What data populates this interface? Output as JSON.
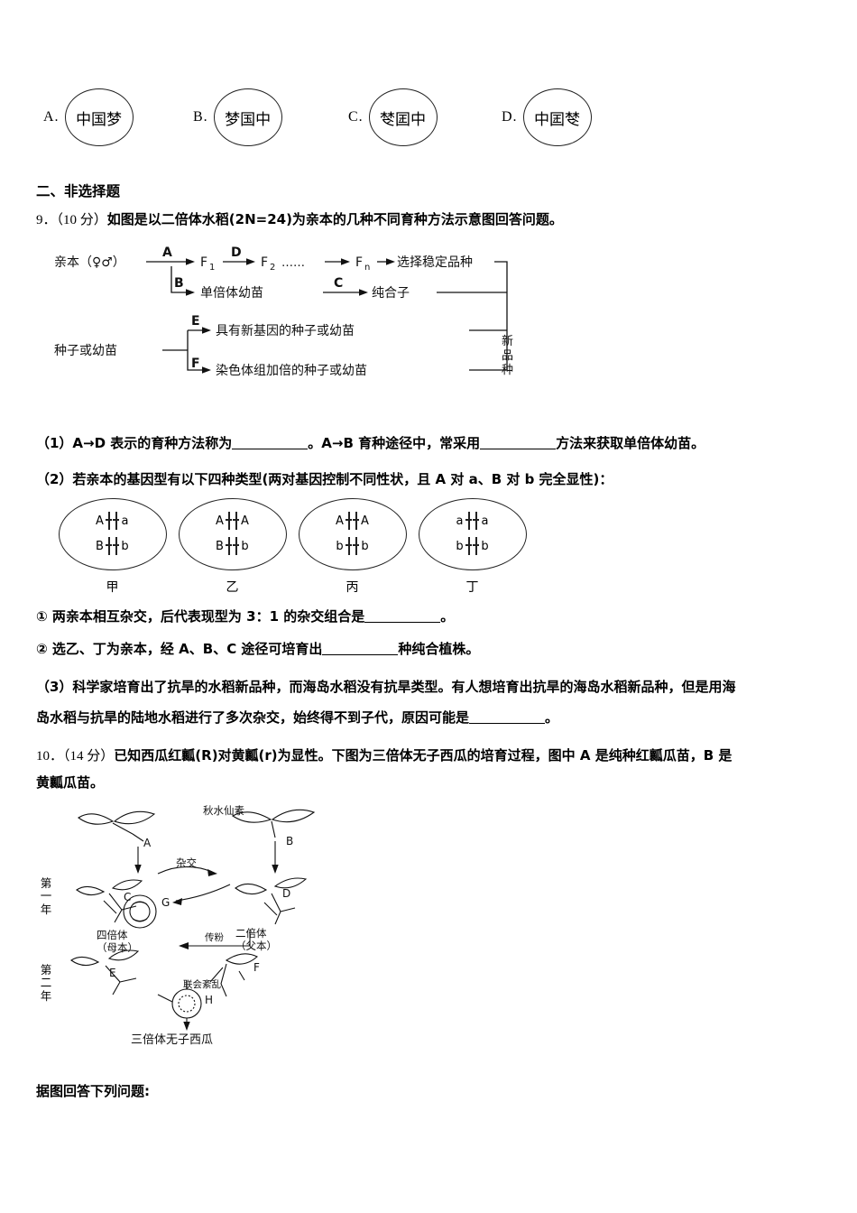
{
  "choices": [
    {
      "label": "A.",
      "text": "中国梦",
      "style": "normal"
    },
    {
      "label": "B.",
      "text": "梦国中",
      "style": "reversed-order"
    },
    {
      "label": "C.",
      "text": "中国梦",
      "style": "last-flipped-h"
    },
    {
      "label": "D.",
      "text": "梦国中",
      "style": "mirror"
    }
  ],
  "section_heading": "二、非选择题",
  "q9": {
    "number": "9．",
    "score": "（10 分）",
    "stem": "如图是以二倍体水稻(2N=24)为亲本的几种不同育种方法示意图回答问题。",
    "diagram": {
      "parent": "亲本（♀♂）",
      "labels": {
        "A": "A",
        "B": "B",
        "C": "C",
        "D": "D",
        "E": "E",
        "F": "F"
      },
      "f1": "F₁",
      "f2": "F₂",
      "fn": "Fn",
      "dots": "……",
      "select_stable": "选择稳定品种",
      "haploid": "单倍体幼苗",
      "pure": "纯合子",
      "seed_or_seedling": "种子或幼苗",
      "new_gene_line": "具有新基因的种子或幼苗",
      "doubling_line": "染色体组加倍的种子或幼苗",
      "new_variety": "新品种"
    },
    "part1": "（1）A→D 表示的育种方法称为",
    "part1b": "。A→B 育种途径中，常采用",
    "part1c": "方法来获取单倍体幼苗。",
    "part2": "（2）若亲本的基因型有以下四种类型(两对基因控制不同性状，且 A 对 a、B 对 b 完全显性)：",
    "ovals": [
      {
        "caption": "甲",
        "top": [
          "A",
          "a"
        ],
        "bottom": [
          "B",
          "b"
        ]
      },
      {
        "caption": "乙",
        "top": [
          "A",
          "A"
        ],
        "bottom": [
          "B",
          "b"
        ]
      },
      {
        "caption": "丙",
        "top": [
          "A",
          "A"
        ],
        "bottom": [
          "b",
          "b"
        ]
      },
      {
        "caption": "丁",
        "top": [
          "a",
          "a"
        ],
        "bottom": [
          "b",
          "b"
        ]
      }
    ],
    "sub1": "① 两亲本相互杂交，后代表现型为 3：1 的杂交组合是",
    "sub1b": "。",
    "sub2": "② 选乙、丁为亲本，经 A、B、C 途径可培育出",
    "sub2b": "种纯合植株。",
    "part3_line1": "（3）科学家培育出了抗旱的水稻新品种，而海岛水稻没有抗旱类型。有人想培育出抗旱的海岛水稻新品种，但是用海",
    "part3_line2": "岛水稻与抗旱的陆地水稻进行了多次杂交，始终得不到子代，原因可能是",
    "part3_line2b": "。"
  },
  "q10": {
    "number": "10．",
    "score": "（14 分）",
    "stem_line1": "已知西瓜红瓤(R)对黄瓤(r)为显性。下图为三倍体无子西瓜的培育过程，图中 A 是纯种红瓤瓜苗，B 是",
    "stem_line2": "黄瓤瓜苗。",
    "diagram": {
      "colchicine": "秋水仙素",
      "cross": "杂交",
      "labels": {
        "A": "A",
        "B": "B",
        "C": "C",
        "D": "D",
        "E": "E",
        "F": "F",
        "G": "G",
        "H": "H"
      },
      "year1": "第一年",
      "year2": "第二年",
      "tetraploid": "四倍体（母本）",
      "diploid": "二倍体（父本）",
      "pollen": "传粉",
      "pollination": "联会紊乱",
      "result": "三倍体无子西瓜"
    },
    "footer": "据图回答下列问题:"
  }
}
